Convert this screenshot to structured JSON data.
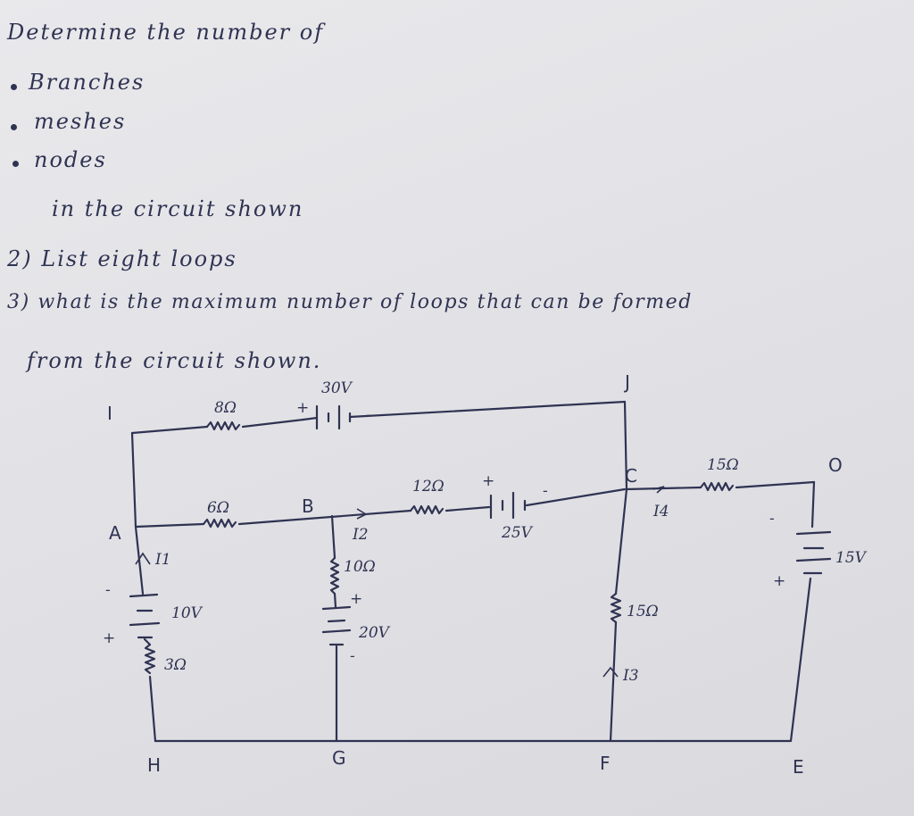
{
  "question": {
    "line1": "Determine the number of",
    "bullets": [
      "Branches",
      "meshes",
      "nodes"
    ],
    "line2": "in the circuit shown",
    "q2": "2) List eight loops",
    "q3_a": "3) what is the maximum number of loops that can be formed",
    "q3_b": "from the circuit shown."
  },
  "circuit": {
    "nodes": {
      "I": "I",
      "J": "J",
      "A": "A",
      "B": "B",
      "C": "C",
      "O": "O",
      "H": "H",
      "G": "G",
      "F": "F",
      "E": "E"
    },
    "components": {
      "r_8": "8Ω",
      "v_30": "30V",
      "r_6": "6Ω",
      "r_12": "12Ω",
      "v_25": "25V",
      "r_15_top": "15Ω",
      "v_15": "15V",
      "v_10": "10V",
      "r_3": "3Ω",
      "r_10": "10Ω",
      "v_20": "20V",
      "r_15_mid": "15Ω"
    },
    "currents": {
      "i1": "I1",
      "i2": "I2",
      "i3": "I3",
      "i4": "I4"
    },
    "polarity": {
      "plus": "+",
      "minus": "-"
    }
  }
}
